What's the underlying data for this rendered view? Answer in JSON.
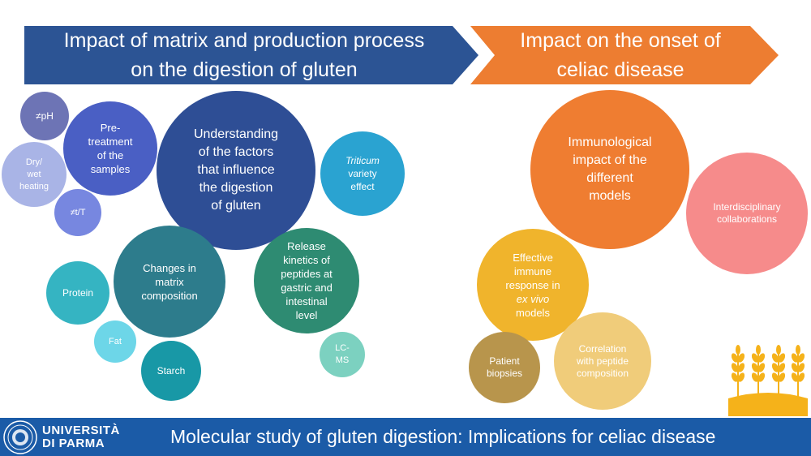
{
  "banners": {
    "left": {
      "line1": "Impact of matrix and production process",
      "line2": "on the digestion of gluten",
      "color": "#2c5494"
    },
    "right": {
      "line1": "Impact on the onset of",
      "line2": "celiac disease",
      "color": "#ed7d31"
    }
  },
  "bubbles": {
    "ph": "≠pH",
    "pretreatment": [
      "Pre-",
      "treatment",
      "of the",
      "samples"
    ],
    "drywet": [
      "Dry/",
      "wet",
      "heating"
    ],
    "tT": "≠t/T",
    "understanding": [
      "Understanding",
      "of the factors",
      "that influence",
      "the digestion",
      "of gluten"
    ],
    "triticum": {
      "italic": "Triticum",
      "rest": [
        "variety",
        "effect"
      ]
    },
    "changes": [
      "Changes in",
      "matrix",
      "composition"
    ],
    "protein": "Protein",
    "fat": "Fat",
    "starch": "Starch",
    "release": [
      "Release",
      "kinetics of",
      "peptides at",
      "gastric and",
      "intestinal",
      "level"
    ],
    "lcms": [
      "LC-",
      "MS"
    ],
    "immunological": [
      "Immunological",
      "impact of the",
      "different",
      "models"
    ],
    "interdisciplinary": [
      "Interdisciplinary",
      "collaborations"
    ],
    "effective": {
      "lines": [
        "Effective",
        "immune",
        "response in"
      ],
      "italic": "ex vivo",
      "last": "models"
    },
    "patient": [
      "Patient",
      "biopsies"
    ],
    "correlation": [
      "Correlation",
      "with peptide",
      "composition"
    ]
  },
  "colors": {
    "ph": "#6d74b5",
    "pretreatment": "#4a5fc4",
    "drywet": "#a9b4e6",
    "tT": "#7787e0",
    "understanding": "#2e4e95",
    "triticum": "#2aa3d1",
    "changes": "#2d7c8c",
    "protein": "#35b4c2",
    "fat": "#6dd6e8",
    "starch": "#1898a6",
    "release": "#2e8b72",
    "lcms": "#7cd1c0",
    "immunological": "#ef7d31",
    "interdisciplinary": "#f68b8b",
    "effective": "#f0b42c",
    "patient": "#b8954c",
    "correlation": "#f0cc7a",
    "footer": "#1b5ba7",
    "wheat": "#f5b21a"
  },
  "footer": {
    "university_line1": "UNIVERSITÀ",
    "university_line2": "DI PARMA",
    "title": "Molecular study of gluten digestion: Implications for celiac disease"
  },
  "icons": [
    "university-seal-icon",
    "wheat-icon"
  ]
}
